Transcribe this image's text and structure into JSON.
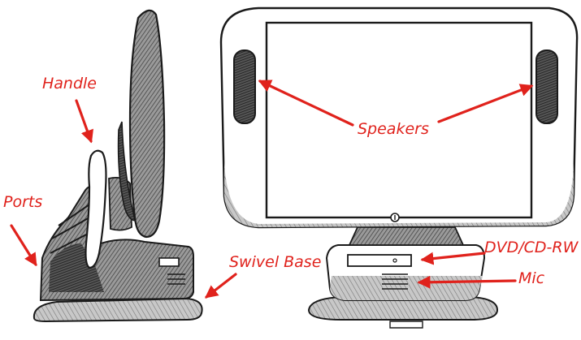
{
  "labels": {
    "handle": "Handle",
    "ports": "Ports",
    "speakers": "Speakers",
    "swivel_base": "Swivel Base",
    "dvd": "DVD/CD-RW",
    "mic": "Mic"
  },
  "colors": {
    "annotation": "#e0221c",
    "ink": "#1a1a1a",
    "shade": "#7a7a7a",
    "paper": "#ffffff"
  }
}
